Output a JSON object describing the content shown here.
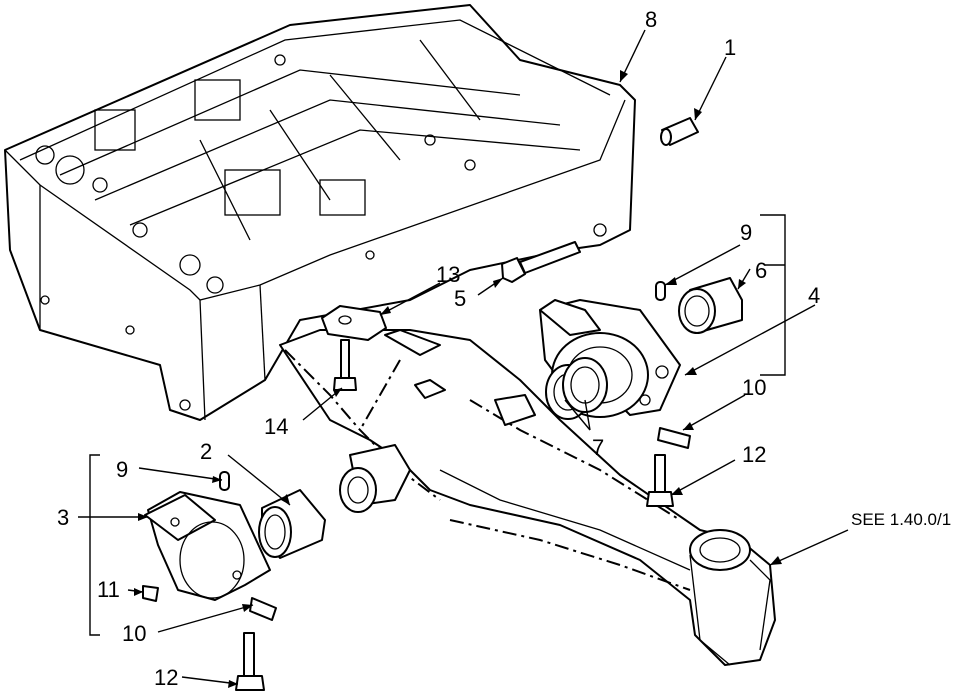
{
  "callouts": {
    "c1": "1",
    "c2": "2",
    "c3": "3",
    "c4": "4",
    "c5": "5",
    "c6": "6",
    "c7": "7",
    "c8": "8",
    "c9_top": "9",
    "c9_bottom": "9",
    "c10_top": "10",
    "c10_bottom": "10",
    "c11": "11",
    "c12_right": "12",
    "c12_bottom": "12",
    "c13": "13",
    "c14": "14"
  },
  "reference_note": "SEE 1.40.0/1"
}
